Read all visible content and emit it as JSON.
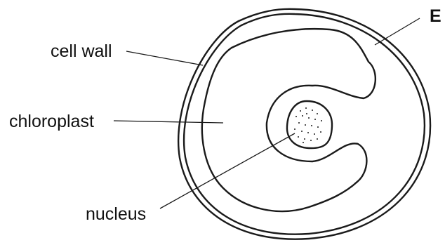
{
  "labels": {
    "cell_wall": "cell wall",
    "chloroplast": "chloroplast",
    "nucleus": "nucleus",
    "e": "E"
  },
  "colors": {
    "ink": "#1a1a1a",
    "background": "#ffffff"
  }
}
